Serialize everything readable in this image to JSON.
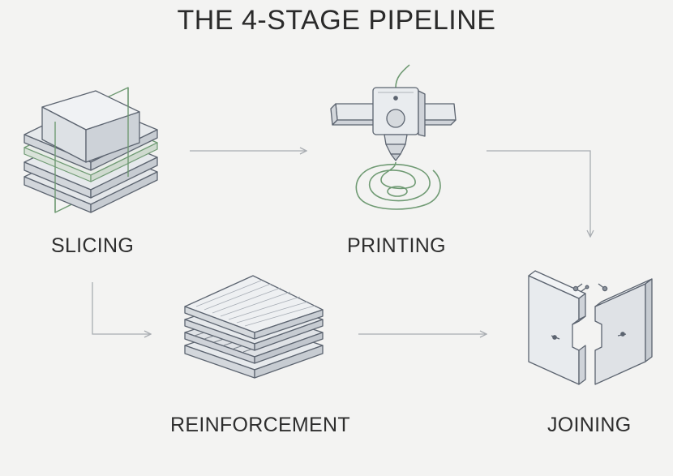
{
  "title": "THE 4-STAGE PIPELINE",
  "stages": [
    {
      "label": "SLICING",
      "icon": "sliced-cube-icon"
    },
    {
      "label": "PRINTING",
      "icon": "3d-printer-nozzle-icon"
    },
    {
      "label": "REINFORCEMENT",
      "icon": "layered-sheets-icon"
    },
    {
      "label": "JOINING",
      "icon": "interlocking-panels-icon"
    }
  ],
  "colors": {
    "background": "#f3f3f2",
    "outline": "#5c6470",
    "face_light": "#eceef1",
    "face_mid": "#dfe2e6",
    "face_dark": "#cfd3d9",
    "accent_green": "#6f9a73",
    "arrow": "#a9adb2"
  }
}
